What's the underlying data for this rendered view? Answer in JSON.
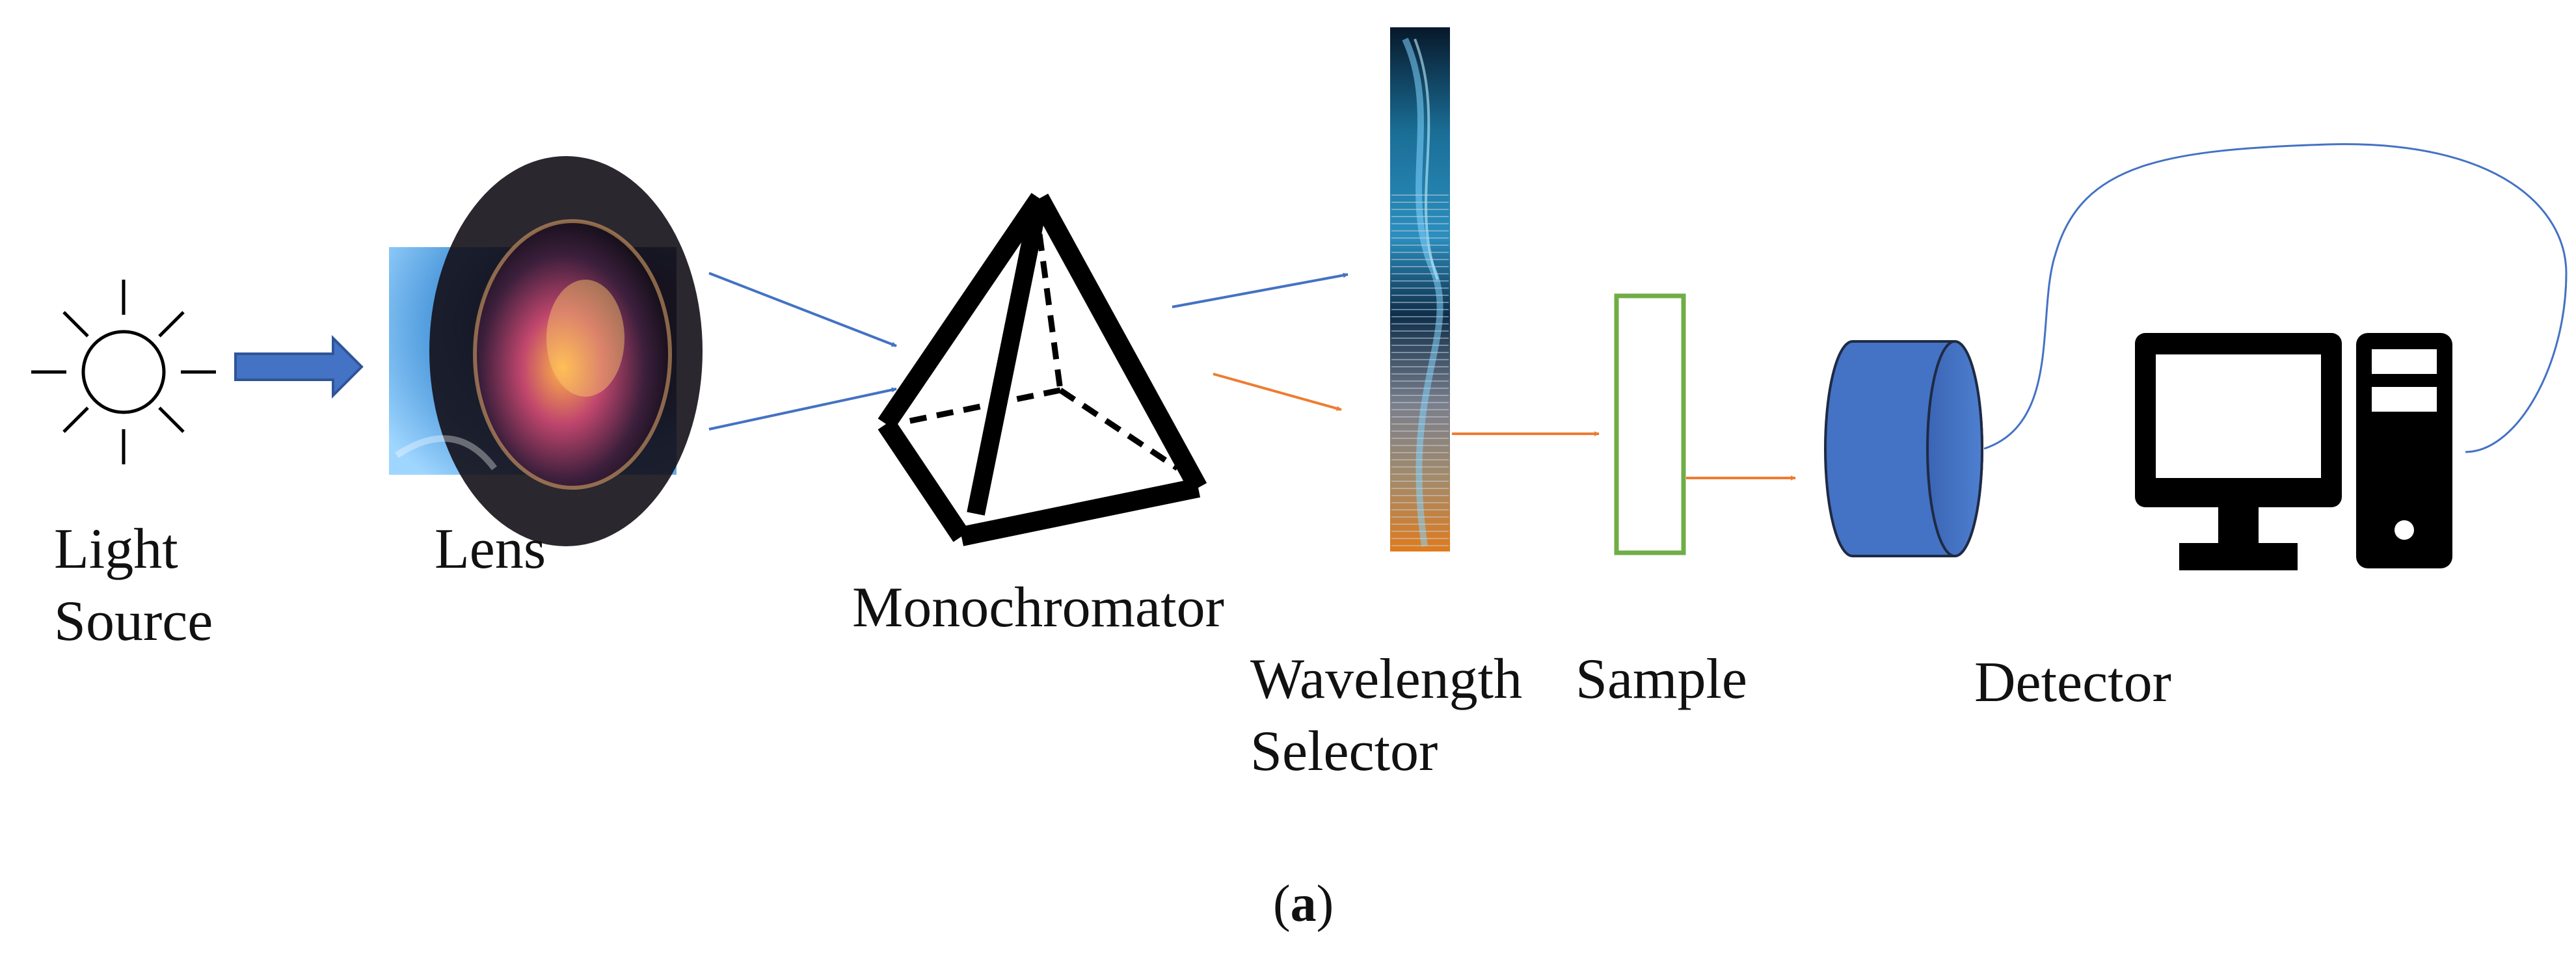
{
  "labels": {
    "light_source": [
      "Light",
      "Source"
    ],
    "lens": "Lens",
    "monochromator": "Monochromator",
    "wavelength_selector": [
      "Wavelength",
      "Selector"
    ],
    "sample": "Sample",
    "detector": "Detector"
  },
  "caption": {
    "open": "(",
    "letter": "a",
    "close": ")"
  },
  "colors": {
    "blue_beam": "#4472c4",
    "orange_beam": "#ed7d31",
    "sample_box": "#70ad47",
    "detector_fill": "#4472c4",
    "outline": "#000000"
  },
  "icons": [
    "sun-icon",
    "arrow-right-icon",
    "lens-photo",
    "pyramid-prism-icon",
    "spectrum-strip",
    "cylinder-detector-icon",
    "computer-monitor-icon",
    "computer-tower-icon",
    "cable-line"
  ]
}
